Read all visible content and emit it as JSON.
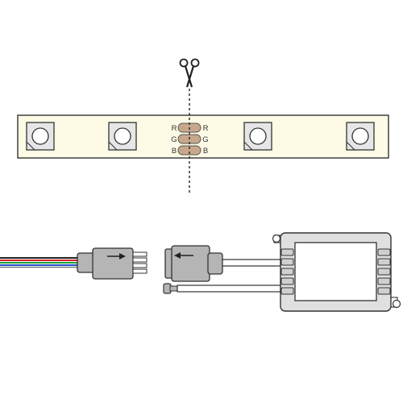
{
  "strip": {
    "pads_left": [
      "R",
      "G",
      "B"
    ],
    "pads_right": [
      "R",
      "G",
      "B"
    ],
    "strip_color": "#fdfbe6",
    "pad_color": "#c8a88c"
  },
  "icons": {
    "cut_marker": "scissors-icon",
    "plug_direction": "arrow-right-icon",
    "socket_direction": "arrow-left-icon"
  },
  "colors": {
    "outline": "#333333",
    "connector_gray": "#b5b5b5",
    "controller_gray": "#e0e0e0",
    "wire_red": "#d22020",
    "wire_green": "#1e9a3a",
    "wire_blue": "#2050c8",
    "wire_black": "#222222"
  }
}
